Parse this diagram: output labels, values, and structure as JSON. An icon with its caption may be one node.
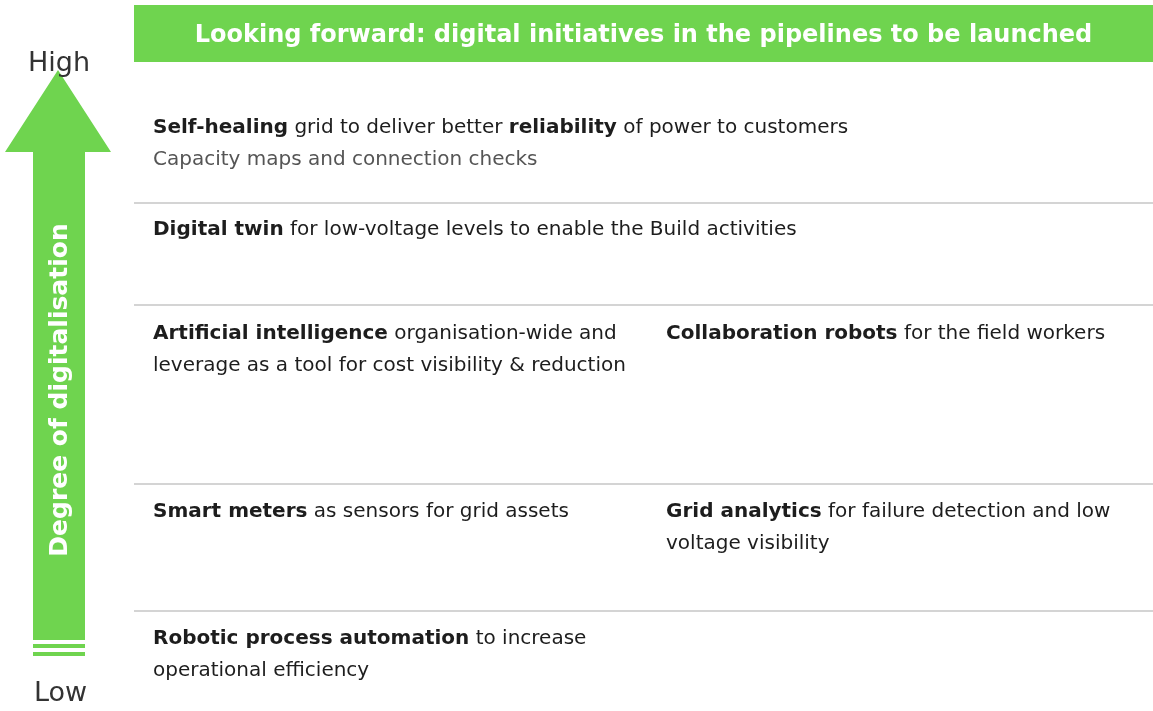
{
  "diagram": {
    "title": "Looking forward: digital initiatives in the pipelines to be launched",
    "labels": [
      "High",
      "Degree of digitalisation",
      "**Self-healing** grid to deliver better **reliability** of power to customers",
      "Capacity maps and connection checks",
      "**Digital twin** for low-voltage levels to enable the Build activities",
      "**Artificial intelligence** organisation-wide and leverage as a tool for cost visibility & reduction",
      "**Collaboration robots** for the field workers",
      "**Smart meters** as sensors for grid assets",
      "**Grid analytics** for failure detection and low voltage visibility",
      "**Robotic process automation** to increase operational efficiency",
      "Low"
    ]
  }
}
